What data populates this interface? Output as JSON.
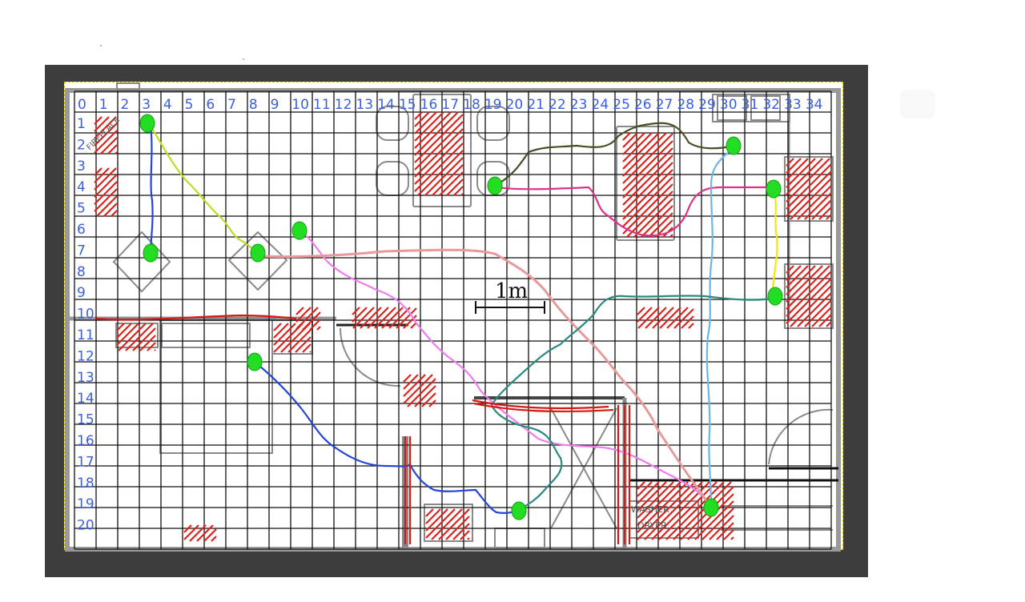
{
  "plan": {
    "scale_label": "1m",
    "fireplace_label": "FIREPLACE",
    "washer_label": "WASHER",
    "dryer_label": "DRYER",
    "col_labels": [
      "0",
      "1",
      "2",
      "3",
      "4",
      "5",
      "6",
      "7",
      "8",
      "9",
      "10",
      "11",
      "12",
      "13",
      "14",
      "15",
      "16",
      "17",
      "18",
      "19",
      "20",
      "21",
      "22",
      "23",
      "24",
      "25",
      "26",
      "27",
      "28",
      "29",
      "30",
      "31",
      "32",
      "33",
      "34"
    ],
    "row_labels": [
      "1",
      "2",
      "3",
      "4",
      "5",
      "6",
      "7",
      "8",
      "9",
      "10",
      "11",
      "12",
      "13",
      "14",
      "15",
      "16",
      "17",
      "18",
      "19",
      "20"
    ]
  },
  "colors": {
    "frame": "#3d3d3d",
    "grid": "#111111",
    "hatch": "#e0201a",
    "node": "#22dd22",
    "label": "#3b5fe0",
    "paths": {
      "blue": "#2446d6",
      "lime": "#b8e020",
      "olive": "#465023",
      "pink": "#e0308a",
      "skyblue": "#6fb4e6",
      "yellow": "#f5e60a",
      "violet": "#f07cf0",
      "salmon": "#e89a9a",
      "teal": "#2b8a80"
    }
  }
}
